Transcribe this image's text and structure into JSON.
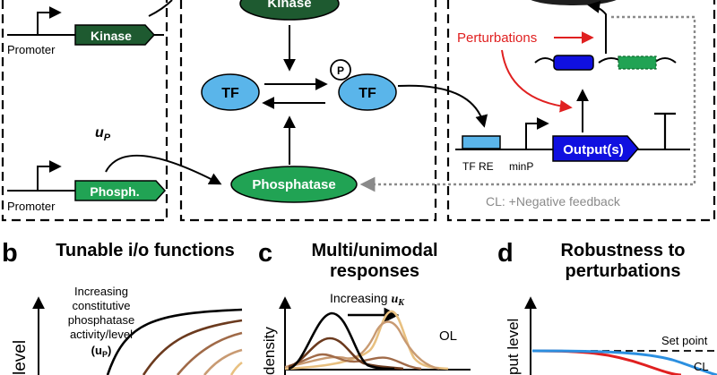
{
  "panel_a_left": {
    "kinase_gene": "Kinase",
    "promoter_top": "Promoter",
    "phosph_gene": "Phosph.",
    "promoter_bottom": "Promoter",
    "input_symbol": "u",
    "input_subscript": "P"
  },
  "panel_a_middle": {
    "kinase": "Kinase",
    "tf_left": "TF",
    "tf_right": "TF",
    "phospho_mark": "P",
    "phosphatase": "Phosphatase"
  },
  "panel_a_right": {
    "perturbations": "Perturbations",
    "tf_re": "TF RE",
    "min_p": "minP",
    "output": "Output(s)",
    "feedback_label": "CL: +Negative feedback"
  },
  "panel_b": {
    "letter": "b",
    "title": "Tunable i/o functions",
    "note_line1": "Increasing",
    "note_line2": "constitutive",
    "note_line3": "phosphatase",
    "note_line4": "activity/level",
    "note_line5": "(u",
    "note_sub": "P",
    "note_line5_end": ")",
    "ylabel": "level"
  },
  "panel_c": {
    "letter": "c",
    "title_line1": "Multi/unimodal",
    "title_line2": "responses",
    "annotation": "Increasing",
    "annotation_symbol": "u",
    "annotation_sub": "K",
    "ol_label": "OL",
    "ylabel": "density"
  },
  "panel_d": {
    "letter": "d",
    "title_line1": "Robustness to",
    "title_line2": "perturbations",
    "set_point": "Set point",
    "cl_label": "CL",
    "ylabel": "put level"
  },
  "colors": {
    "dark_green": "#1e5a30",
    "light_green": "#21a354",
    "tf_blue": "#5ab5ea",
    "output_blue": "#1010e0",
    "red": "#e02020",
    "gray": "#8a8a8a",
    "brown_dark": "#6b3a1e",
    "brown_mid": "#a06a48",
    "brown_light": "#c89a72",
    "beige": "#e8c080",
    "cl_blue": "#2b8fe0"
  }
}
